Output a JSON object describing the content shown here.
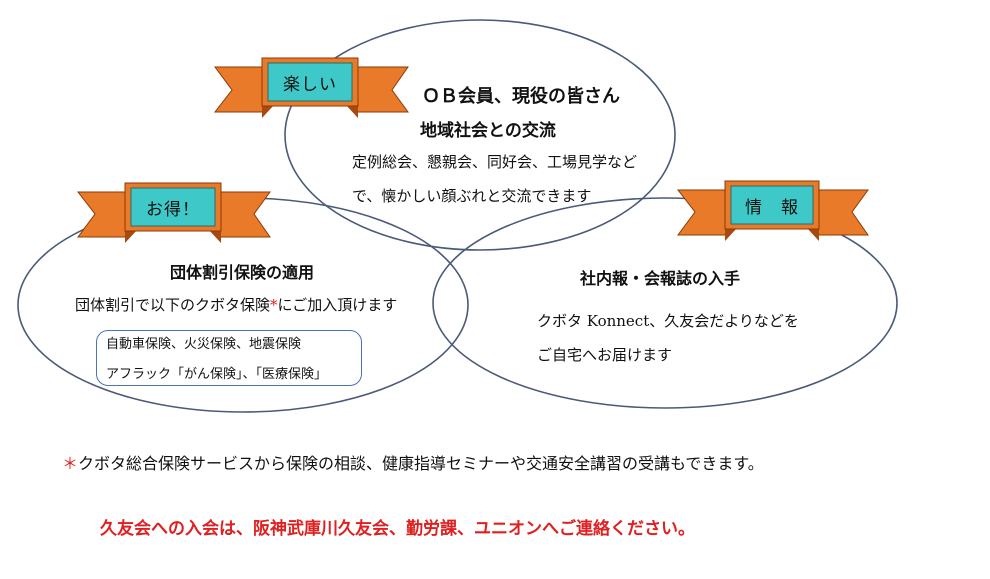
{
  "ribbons": {
    "fun": "楽しい",
    "benefit": "お得！",
    "info": "情　報"
  },
  "circle_top": {
    "title1": "ＯＢ会員、現役の皆さん",
    "title2": "地域社会との交流",
    "line1": "定例総会、懇親会、同好会、工場見学など",
    "line2": "で、懐かしい顔ぶれと交流できます"
  },
  "circle_left": {
    "title": "団体割引保険の適用",
    "line_main": "団体割引で以下のクボタ保険",
    "asterisk": "*",
    "line_tail": "にご加入頂けます",
    "item1": "自動車保険、火災保険、地震保険",
    "item2": "アフラック「がん保険」、「医療保険」"
  },
  "circle_right": {
    "title": "社内報・会報誌の入手",
    "line1": "クボタ Konnect、久友会だよりなどを",
    "line2": "ご自宅へお届けます"
  },
  "footnote": {
    "mark": "＊",
    "text": "クボタ総合保険サービスから保険の相談、健康指導セミナーや交通安全講習の受講もできます。"
  },
  "contact": "久友会への入会は、阪神武庫川久友会、勤労課、ユニオンへご連絡ください。",
  "colors": {
    "ellipse_stroke": "#4a5a78",
    "ribbon_orange": "#e87a2a",
    "ribbon_dark": "#a84a10",
    "label_teal": "#3ec8c8",
    "accent_red": "#e02020"
  }
}
